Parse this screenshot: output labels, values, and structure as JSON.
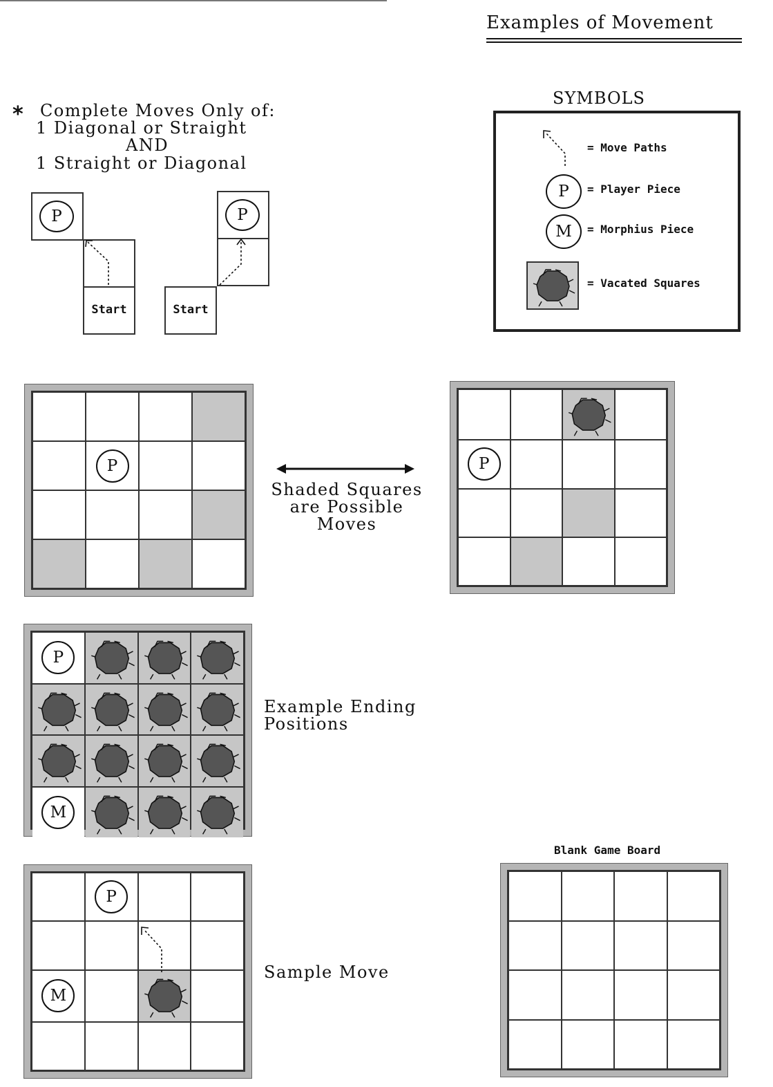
{
  "page": {
    "title": "Examples of Movement"
  },
  "rules": {
    "asterisk": "*",
    "lines": [
      "Complete Moves Only of:",
      "1 Diagonal or Straight",
      "AND",
      "1 Straight or Diagonal"
    ]
  },
  "move_examples": {
    "start_label": "Start",
    "player_letter": "P"
  },
  "symbols": {
    "title": "SYMBOLS",
    "items": [
      {
        "icon": "move-path-icon",
        "label": "= Move Paths"
      },
      {
        "icon": "player-piece-icon",
        "letter": "P",
        "label": "= Player Piece"
      },
      {
        "icon": "morphius-piece-icon",
        "letter": "M",
        "label": "= Morphius Piece"
      },
      {
        "icon": "vacated-square-icon",
        "label": "= Vacated Squares"
      }
    ]
  },
  "colors": {
    "shaded_square": "#c6c6c6",
    "board_frame": "#b5b5b5",
    "board_lines": "#333333",
    "hole": "#555555"
  },
  "examples": {
    "possible_moves_caption": [
      "Shaded Squares",
      "are Possible",
      "Moves"
    ],
    "ending_caption": [
      "Example Ending",
      "Positions"
    ],
    "sample_move_caption": "Sample Move",
    "blank_board_title": "Blank Game Board"
  },
  "boards": {
    "possible_moves_a": [
      [
        "",
        "",
        "",
        "shaded"
      ],
      [
        "",
        "P",
        "",
        ""
      ],
      [
        "",
        "",
        "",
        "shaded"
      ],
      [
        "shaded",
        "",
        "shaded",
        ""
      ]
    ],
    "possible_moves_b": [
      [
        "",
        "",
        "vacated",
        ""
      ],
      [
        "P",
        "",
        "",
        ""
      ],
      [
        "",
        "",
        "shaded",
        ""
      ],
      [
        "",
        "shaded",
        "",
        ""
      ]
    ],
    "ending_positions": [
      [
        "P",
        "vacated",
        "vacated",
        "vacated"
      ],
      [
        "vacated",
        "vacated",
        "vacated",
        "vacated"
      ],
      [
        "vacated",
        "vacated",
        "vacated",
        "vacated"
      ],
      [
        "M",
        "vacated",
        "vacated",
        "vacated"
      ]
    ],
    "sample_move": [
      [
        "",
        "P",
        "",
        ""
      ],
      [
        "",
        "",
        "",
        ""
      ],
      [
        "M",
        "",
        "vacated",
        ""
      ],
      [
        "",
        "",
        "",
        ""
      ]
    ],
    "blank": [
      [
        "",
        "",
        "",
        ""
      ],
      [
        "",
        "",
        "",
        ""
      ],
      [
        "",
        "",
        "",
        ""
      ],
      [
        "",
        "",
        "",
        ""
      ]
    ]
  }
}
